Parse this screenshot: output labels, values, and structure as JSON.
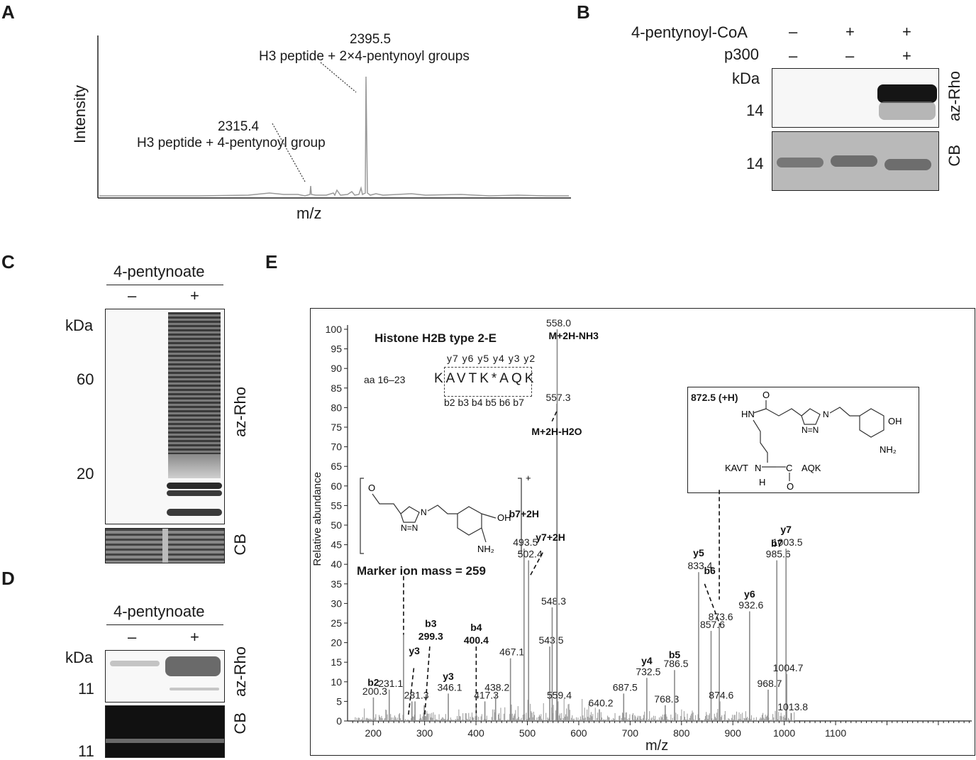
{
  "panels": {
    "a": {
      "label": "A",
      "ylabel": "Intensity",
      "xlabel": "m/z",
      "peak1_mass": "2315.4",
      "peak1_desc": "H3 peptide + 4-pentynoyl group",
      "peak2_mass": "2395.5",
      "peak2_desc": "H3 peptide + 2×4-pentynoyl groups"
    },
    "b": {
      "label": "B",
      "row1_label": "4-pentynoyl-CoA",
      "row1_signs": [
        "–",
        "+",
        "+"
      ],
      "row2_label": "p300",
      "row2_signs": [
        "–",
        "–",
        "+"
      ],
      "kda": "kDa",
      "mw1": "14",
      "mw2": "14",
      "gel1_label": "az-Rho",
      "gel2_label": "CB"
    },
    "c": {
      "label": "C",
      "treatment": "4-pentynoate",
      "signs": [
        "–",
        "+"
      ],
      "kda": "kDa",
      "mw": [
        "60",
        "20"
      ],
      "gel1_label": "az-Rho",
      "gel2_label": "CB"
    },
    "d": {
      "label": "D",
      "treatment": "4-pentynoate",
      "signs": [
        "–",
        "+"
      ],
      "kda": "kDa",
      "mw1": "11",
      "mw2": "11",
      "gel1_label": "az-Rho",
      "gel2_label": "CB"
    },
    "e": {
      "label": "E",
      "xlabel": "m/z",
      "ylabel": "Relative abundance",
      "title": "Histone H2B type 2-E",
      "seq_range": "aa 16–23",
      "sequence": "KAVTK*AQK",
      "y_ions": "y7 y6 y5 y4 y3 y2",
      "b_ions": "b2 b3 b4 b5 b6 b7",
      "marker_text": "Marker ion mass = 259",
      "struct_label": "872.5 (+H)"
    }
  },
  "chart_data": {
    "type": "bar",
    "title": "Histone H2B type 2-E",
    "xlabel": "m/z",
    "ylabel": "Relative abundance",
    "xlim": [
      150,
      1365
    ],
    "ylim": [
      0,
      100
    ],
    "xticks": [
      200,
      300,
      400,
      500,
      600,
      700,
      800,
      900,
      1000,
      1100
    ],
    "yticks": [
      0,
      5,
      10,
      15,
      20,
      25,
      30,
      35,
      40,
      45,
      50,
      55,
      60,
      65,
      70,
      75,
      80,
      85,
      90,
      95,
      100
    ],
    "peaks": [
      {
        "x": 200.3,
        "y": 6,
        "label": "200.3"
      },
      {
        "x": 231.1,
        "y": 8,
        "label": "231.1"
      },
      {
        "x": 259,
        "y": 22
      },
      {
        "x": 275.3,
        "y": 5
      },
      {
        "x": 281.3,
        "y": 5,
        "label": "281.3"
      },
      {
        "x": 299.3,
        "y": 4
      },
      {
        "x": 346.1,
        "y": 7,
        "label": "346.1"
      },
      {
        "x": 400.4,
        "y": 4
      },
      {
        "x": 417.3,
        "y": 5,
        "label": "417.3"
      },
      {
        "x": 438.2,
        "y": 7,
        "label": "438.2"
      },
      {
        "x": 467.1,
        "y": 16,
        "label": "467.1"
      },
      {
        "x": 493.5,
        "y": 44,
        "label": "493.5"
      },
      {
        "x": 502.4,
        "y": 41,
        "label": "502.4"
      },
      {
        "x": 543.5,
        "y": 19,
        "label": "543.5"
      },
      {
        "x": 548.3,
        "y": 29,
        "label": "548.3"
      },
      {
        "x": 557.3,
        "y": 81,
        "label": "557.3"
      },
      {
        "x": 558.0,
        "y": 100,
        "label": "558.0"
      },
      {
        "x": 559.4,
        "y": 5,
        "label": "559.4"
      },
      {
        "x": 640.2,
        "y": 3,
        "label": "640.2"
      },
      {
        "x": 687.5,
        "y": 7,
        "label": "687.5"
      },
      {
        "x": 732.5,
        "y": 11,
        "label": "732.5"
      },
      {
        "x": 768.3,
        "y": 4,
        "label": "768.3"
      },
      {
        "x": 786.5,
        "y": 13,
        "label": "786.5"
      },
      {
        "x": 833.4,
        "y": 38,
        "label": "833.4"
      },
      {
        "x": 857.6,
        "y": 23,
        "label": "857.6"
      },
      {
        "x": 873.6,
        "y": 25,
        "label": "873.6"
      },
      {
        "x": 874.6,
        "y": 5,
        "label": "874.6"
      },
      {
        "x": 932.6,
        "y": 28,
        "label": "932.6"
      },
      {
        "x": 968.7,
        "y": 8,
        "label": "968.7"
      },
      {
        "x": 985.6,
        "y": 41,
        "label": "985.6"
      },
      {
        "x": 1003.5,
        "y": 44,
        "label": "1003.5"
      },
      {
        "x": 1004.7,
        "y": 12,
        "label": "1004.7"
      },
      {
        "x": 1013.8,
        "y": 2,
        "label": "1013.8"
      }
    ],
    "annotations": [
      {
        "text": "b2",
        "x": 200.3
      },
      {
        "text": "y3",
        "x": 275.3
      },
      {
        "text": "b3",
        "value": "299.3"
      },
      {
        "text": "y3",
        "x": 346.1
      },
      {
        "text": "b4",
        "value": "400.4"
      },
      {
        "text": "b7+2H",
        "x": 493.5
      },
      {
        "text": "y7+2H",
        "x": 502.4
      },
      {
        "text": "M+2H-H2O",
        "x": 557.3
      },
      {
        "text": "M+2H-NH3",
        "x": 558.0
      },
      {
        "text": "y4",
        "x": 732.5
      },
      {
        "text": "b5",
        "x": 786.5
      },
      {
        "text": "y5",
        "x": 833.4
      },
      {
        "text": "b6",
        "x": 857.6
      },
      {
        "text": "y6",
        "x": 932.6
      },
      {
        "text": "b7",
        "x": 985.6
      },
      {
        "text": "y7",
        "x": 1003.5
      }
    ]
  }
}
